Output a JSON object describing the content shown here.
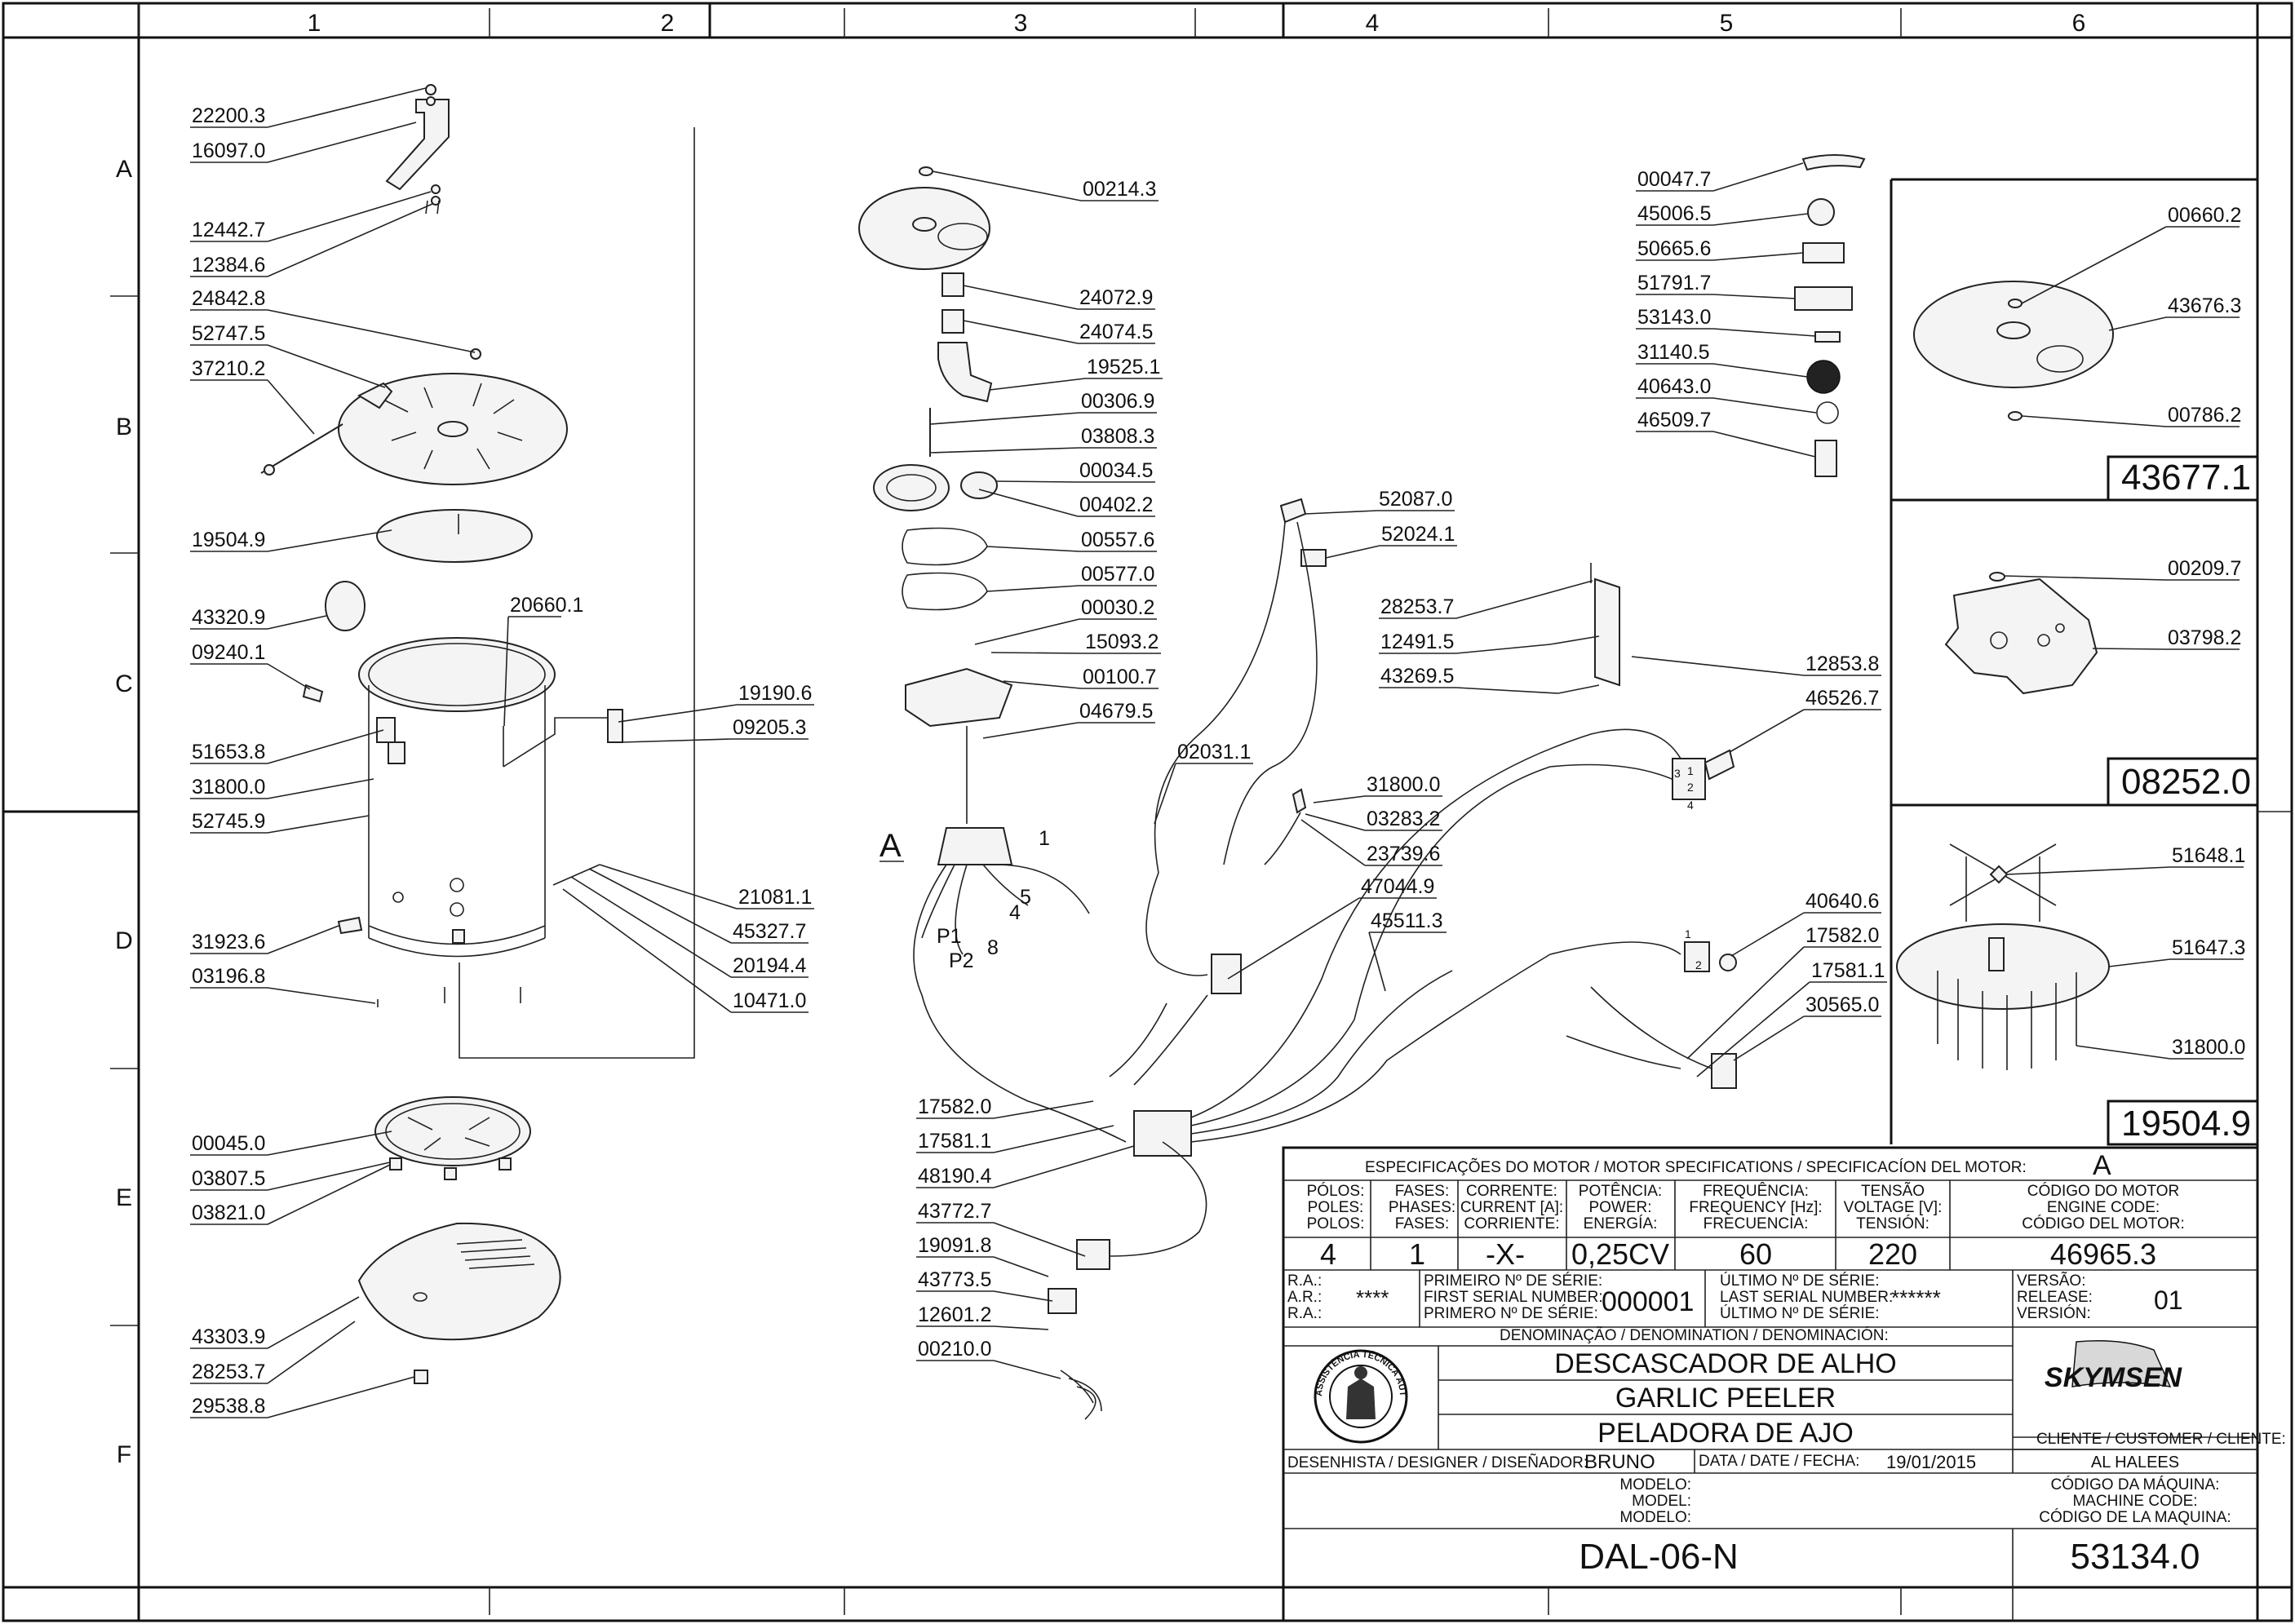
{
  "column_labels": [
    "1",
    "2",
    "3",
    "4",
    "5",
    "6"
  ],
  "row_labels": [
    "A",
    "B",
    "C",
    "D",
    "E",
    "F"
  ],
  "detail_marker": "A",
  "wire_labels": [
    "1",
    "5",
    "4",
    "P1",
    "P2",
    "8"
  ],
  "connector_pins": [
    "1",
    "2",
    "3",
    "4",
    "1",
    "2"
  ],
  "parts_left": [
    "22200.3",
    "16097.0",
    "12442.7",
    "12384.6",
    "24842.8",
    "52747.5",
    "37210.2",
    "19504.9",
    "43320.9",
    "09240.1",
    "51653.8",
    "31800.0",
    "52745.9",
    "31923.6",
    "03196.8",
    "00045.0",
    "03807.5",
    "03821.0",
    "43303.9",
    "28253.7",
    "29538.8"
  ],
  "parts_mid_left": [
    "20660.1",
    "19190.6",
    "09205.3",
    "21081.1",
    "45327.7",
    "20194.4",
    "10471.0"
  ],
  "parts_center": [
    "00214.3",
    "24072.9",
    "24074.5",
    "19525.1",
    "00306.9",
    "03808.3",
    "00034.5",
    "00402.2",
    "00557.6",
    "00577.0",
    "00030.2",
    "15093.2",
    "00100.7",
    "04679.5"
  ],
  "parts_bottom_center": [
    "17582.0",
    "17581.1",
    "48190.4",
    "43772.7",
    "19091.8",
    "43773.5",
    "12601.2",
    "00210.0"
  ],
  "parts_electrical": [
    "52087.0",
    "52024.1",
    "02031.1",
    "31800.0",
    "03283.2",
    "23739.6",
    "47044.9",
    "45511.3"
  ],
  "parts_labels": [
    "00047.7",
    "45006.5",
    "50665.6",
    "51791.7",
    "53143.0",
    "31140.5",
    "40643.0",
    "46509.7"
  ],
  "parts_bracket": [
    "28253.7",
    "12491.5",
    "43269.5",
    "12853.8",
    "46526.7"
  ],
  "parts_switch": [
    "40640.6",
    "17582.0",
    "17581.1",
    "30565.0"
  ],
  "panel_a": {
    "parts": [
      "00660.2",
      "43676.3",
      "00786.2"
    ],
    "code": "43677.1"
  },
  "panel_b": {
    "parts": [
      "00209.7",
      "03798.2"
    ],
    "code": "08252.0"
  },
  "panel_c": {
    "parts": [
      "51648.1",
      "51647.3",
      "31800.0"
    ],
    "code": "19504.9"
  },
  "title_block": {
    "motor_header": "ESPECIFICAÇÕES DO MOTOR / MOTOR SPECIFICATIONS / SPECIFICACÍON DEL MOTOR:",
    "motor_ref": "A",
    "specs": [
      {
        "label": [
          "PÓLOS:",
          "POLES:",
          "POLOS:"
        ],
        "value": "4"
      },
      {
        "label": [
          "FASES:",
          "PHASES:",
          "FASES:"
        ],
        "value": "1"
      },
      {
        "label": [
          "CORRENTE:",
          "CURRENT [A]:",
          "CORRIENTE:"
        ],
        "value": "-X-"
      },
      {
        "label": [
          "POTÊNCIA:",
          "POWER:",
          "ENERGÍA:"
        ],
        "value": "0,25CV"
      },
      {
        "label": [
          "FREQUÊNCIA:",
          "FREQUENCY [Hz]:",
          "FRECUENCIA:"
        ],
        "value": "60"
      },
      {
        "label": [
          "TENSÃO",
          "VOLTAGE [V]:",
          "TENSIÓN:"
        ],
        "value": "220"
      },
      {
        "label": [
          "CÓDIGO DO MOTOR",
          "ENGINE CODE:",
          "CÓDIGO DEL MOTOR:"
        ],
        "value": "46965.3"
      }
    ],
    "ra_labels": [
      "R.A.:",
      "A.R.:",
      "R.A.:"
    ],
    "ra_value": "****",
    "first_serial_labels": [
      "PRIMEIRO Nº DE SÉRIE:",
      "FIRST SERIAL NUMBER:",
      "PRIMERO Nº DE SÉRIE:"
    ],
    "first_serial": "000001",
    "last_serial_labels": [
      "ÚLTIMO Nº DE SÉRIE:",
      "LAST SERIAL NUMBER:",
      "ÚLTIMO Nº DE SÉRIE:"
    ],
    "last_serial": "******",
    "version_labels": [
      "VERSÃO:",
      "RELEASE:",
      "VERSIÓN:"
    ],
    "version": "01",
    "denomination_header": "DENOMINAÇÃO / DENOMINATION / DENOMINACIÓN:",
    "names": [
      "DESCASCADOR DE ALHO",
      "GARLIC PEELER",
      "PELADORA DE AJO"
    ],
    "brand": "SKYMSEN",
    "seal_text": "ASSISTÊNCIA TÉCNICA AUTORIZADA",
    "client_label": "CLIENTE / CUSTOMER / CLIENTE:",
    "client": "AL HALEES",
    "designer_label": "DESENHISTA / DESIGNER / DISEÑADOR:",
    "designer": "BRUNO",
    "date_label": "DATA / DATE / FECHA:",
    "date": "19/01/2015",
    "model_labels": [
      "MODELO:",
      "MODEL:",
      "MODELO:"
    ],
    "model": "DAL-06-N",
    "machine_code_labels": [
      "CÓDIGO DA MÁQUINA:",
      "MACHINE CODE:",
      "CÓDIGO DE LA MAQUINA:"
    ],
    "machine_code": "53134.0"
  }
}
